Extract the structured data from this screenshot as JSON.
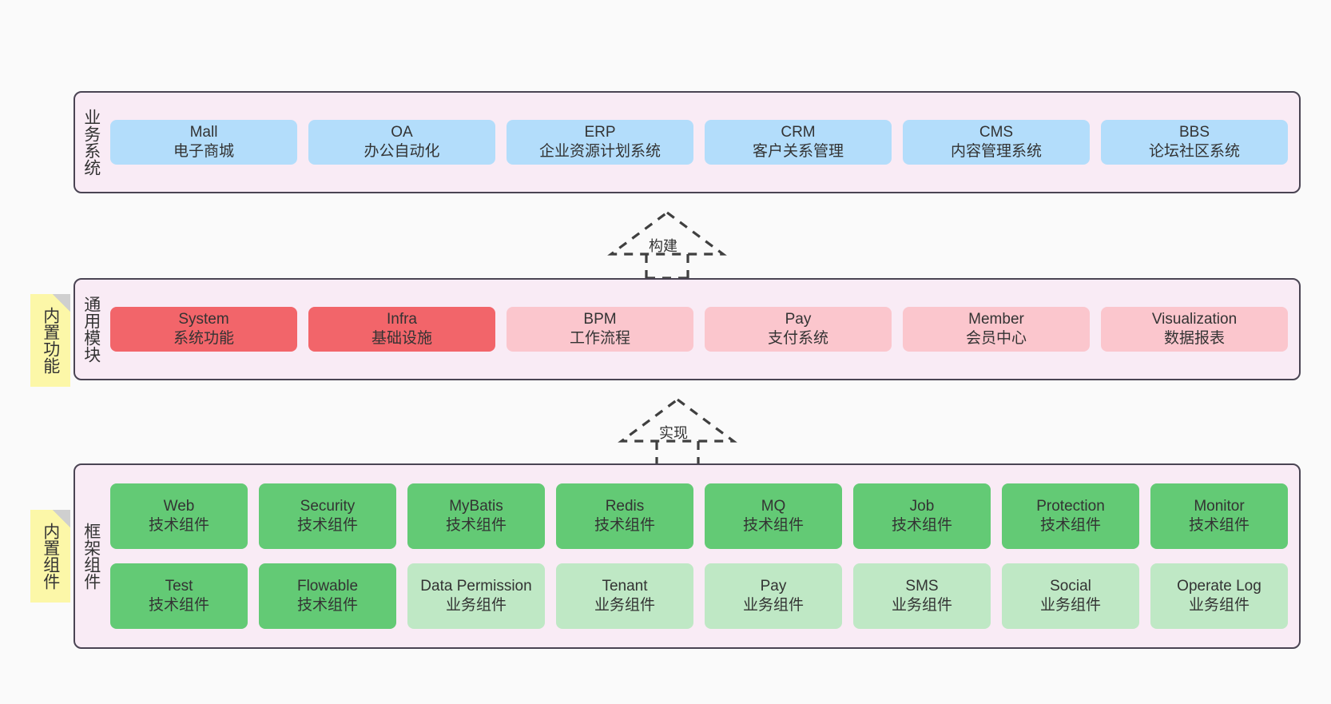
{
  "diagram": {
    "background": "#fafafa",
    "layer_bg": "#f9ebf5",
    "layer_border": "#4a4453",
    "note_bg": "#fcf7a8",
    "colors": {
      "blue": "#b3ddfb",
      "red": "#f2656a",
      "pink": "#fbc6cd",
      "green": "#63ca75",
      "light_green": "#bfe8c5"
    }
  },
  "layers": [
    {
      "id": "business",
      "title": "业务系统",
      "rows": [
        {
          "cells": [
            {
              "en": "Mall",
              "cn": "电子商城",
              "color": "blue"
            },
            {
              "en": "OA",
              "cn": "办公自动化",
              "color": "blue"
            },
            {
              "en": "ERP",
              "cn": "企业资源计划系统",
              "color": "blue"
            },
            {
              "en": "CRM",
              "cn": "客户关系管理",
              "color": "blue"
            },
            {
              "en": "CMS",
              "cn": "内容管理系统",
              "color": "blue"
            },
            {
              "en": "BBS",
              "cn": "论坛社区系统",
              "color": "blue"
            }
          ]
        }
      ]
    },
    {
      "id": "common",
      "title": "通用模块",
      "rows": [
        {
          "cells": [
            {
              "en": "System",
              "cn": "系统功能",
              "color": "red"
            },
            {
              "en": "Infra",
              "cn": "基础设施",
              "color": "red"
            },
            {
              "en": "BPM",
              "cn": "工作流程",
              "color": "pink"
            },
            {
              "en": "Pay",
              "cn": "支付系统",
              "color": "pink"
            },
            {
              "en": "Member",
              "cn": "会员中心",
              "color": "pink"
            },
            {
              "en": "Visualization",
              "cn": "数据报表",
              "color": "pink"
            }
          ]
        }
      ]
    },
    {
      "id": "framework",
      "title": "框架组件",
      "rows": [
        {
          "cells": [
            {
              "en": "Web",
              "cn": "技术组件",
              "color": "green"
            },
            {
              "en": "Security",
              "cn": "技术组件",
              "color": "green"
            },
            {
              "en": "MyBatis",
              "cn": "技术组件",
              "color": "green"
            },
            {
              "en": "Redis",
              "cn": "技术组件",
              "color": "green"
            },
            {
              "en": "MQ",
              "cn": "技术组件",
              "color": "green"
            },
            {
              "en": "Job",
              "cn": "技术组件",
              "color": "green"
            },
            {
              "en": "Protection",
              "cn": "技术组件",
              "color": "green"
            },
            {
              "en": "Monitor",
              "cn": "技术组件",
              "color": "green"
            }
          ]
        },
        {
          "cells": [
            {
              "en": "Test",
              "cn": "技术组件",
              "color": "green"
            },
            {
              "en": "Flowable",
              "cn": "技术组件",
              "color": "green"
            },
            {
              "en": "Data Permission",
              "cn": "业务组件",
              "color": "light_green"
            },
            {
              "en": "Tenant",
              "cn": "业务组件",
              "color": "light_green"
            },
            {
              "en": "Pay",
              "cn": "业务组件",
              "color": "light_green"
            },
            {
              "en": "SMS",
              "cn": "业务组件",
              "color": "light_green"
            },
            {
              "en": "Social",
              "cn": "业务组件",
              "color": "light_green"
            },
            {
              "en": "Operate Log",
              "cn": "业务组件",
              "color": "light_green"
            }
          ]
        }
      ]
    }
  ],
  "notes": [
    {
      "id": "note-common",
      "text": "内置功能"
    },
    {
      "id": "note-framework",
      "text": "内置组件"
    }
  ],
  "connectors": [
    {
      "id": "connector-build",
      "label": "构建"
    },
    {
      "id": "connector-implement",
      "label": "实现"
    }
  ]
}
